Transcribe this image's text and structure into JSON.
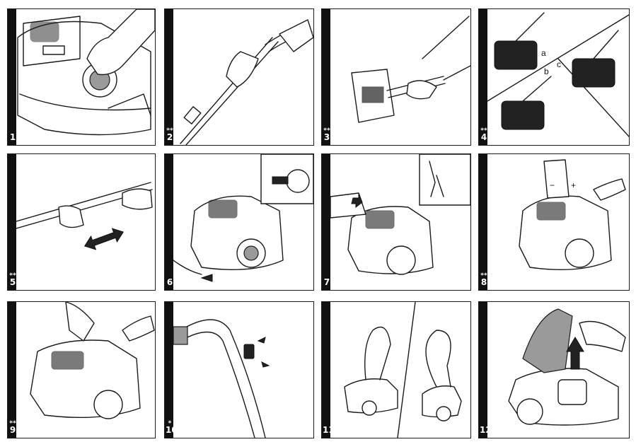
{
  "panels": [
    {
      "num": "1",
      "stars": ""
    },
    {
      "num": "2",
      "stars": "**"
    },
    {
      "num": "3",
      "stars": "**"
    },
    {
      "num": "4",
      "stars": "**"
    },
    {
      "num": "5",
      "stars": "**"
    },
    {
      "num": "6",
      "stars": ""
    },
    {
      "num": "7",
      "stars": ""
    },
    {
      "num": "8",
      "stars": "**"
    },
    {
      "num": "9",
      "stars": "**"
    },
    {
      "num": "10",
      "stars": "*"
    },
    {
      "num": "11",
      "stars": ""
    },
    {
      "num": "12",
      "stars": ""
    }
  ],
  "panel4_letters": {
    "a": "a",
    "b": "b",
    "c": "c"
  },
  "panel8_signs": {
    "minus": "−",
    "plus": "+"
  },
  "colors": {
    "frame": "#1a1a1a",
    "bar": "#111111",
    "accent_dark": "#222222"
  }
}
